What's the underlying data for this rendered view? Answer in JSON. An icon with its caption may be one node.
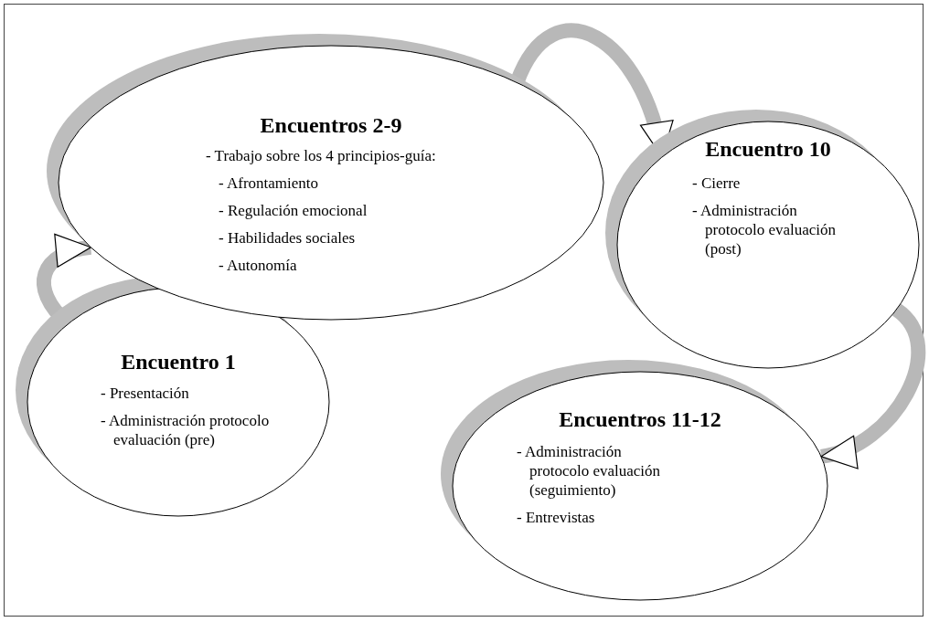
{
  "diagram": {
    "nodes": [
      {
        "text": [
          "Encuentro 1",
          "- Presentación",
          "- Administración protocolo evaluación (pre)"
        ]
      },
      {
        "text": [
          "Encuentros 2-9",
          "- Trabajo sobre los 4 principios-guía:",
          "- Afrontamiento",
          "- Regulación emocional",
          "- Habilidades sociales",
          "- Autonomía"
        ]
      },
      {
        "text": [
          "Encuentro 10",
          "- Cierre",
          "- Administración protocolo evaluación (post)"
        ]
      },
      {
        "text": [
          "Encuentros 11-12",
          "- Administración protocolo evaluación (seguimiento)",
          "- Entrevistas"
        ]
      }
    ],
    "edges": [
      {
        "from": 0,
        "to": 1,
        "arrow": "to"
      },
      {
        "from": 1,
        "to": 2,
        "arrow": "to"
      },
      {
        "from": 2,
        "to": 3,
        "arrow": "to"
      }
    ]
  }
}
